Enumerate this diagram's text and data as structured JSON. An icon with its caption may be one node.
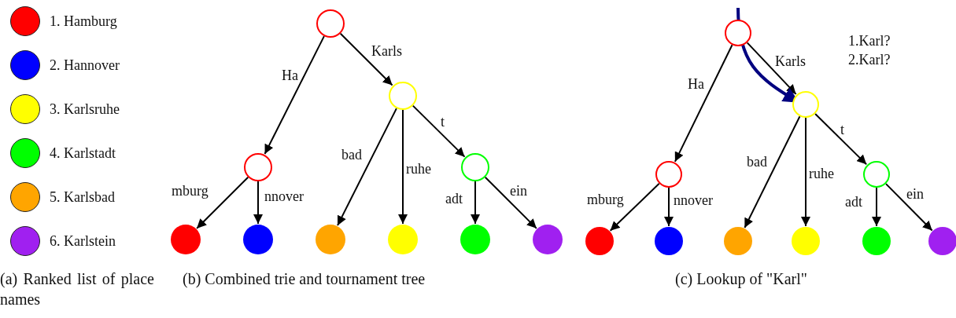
{
  "diagram": {
    "nodes": [
      {
        "text": [],
        "shape": "circle"
      },
      {
        "text": [],
        "shape": "circle"
      },
      {
        "text": [],
        "shape": "circle"
      },
      {
        "text": [],
        "shape": "circle"
      },
      {
        "text": [],
        "shape": "circle"
      },
      {
        "text": [],
        "shape": "circle"
      },
      {
        "text": [],
        "shape": "circle"
      },
      {
        "text": [],
        "shape": "circle"
      },
      {
        "text": [],
        "shape": "circle"
      },
      {
        "text": [],
        "shape": "circle"
      },
      {
        "text": [],
        "shape": "circle"
      },
      {
        "text": [],
        "shape": "circle"
      },
      {
        "text": [],
        "shape": "circle"
      },
      {
        "text": [],
        "shape": "circle"
      },
      {
        "text": [],
        "shape": "circle"
      },
      {
        "text": [],
        "shape": "circle"
      },
      {
        "text": [],
        "shape": "circle"
      },
      {
        "text": [],
        "shape": "circle"
      },
      {
        "text": [],
        "shape": "circle"
      },
      {
        "text": [],
        "shape": "circle"
      }
    ],
    "edges": [
      {
        "from": 0,
        "to": 2,
        "arrow": "to",
        "label": "Ha"
      },
      {
        "from": 0,
        "to": 1,
        "arrow": "to",
        "label": "Karls"
      },
      {
        "from": 2,
        "to": 4,
        "arrow": "to",
        "label": "mburg"
      },
      {
        "from": 2,
        "to": 5,
        "arrow": "to",
        "label": "nnover"
      },
      {
        "from": 1,
        "to": 6,
        "arrow": "to",
        "label": "bad"
      },
      {
        "from": 1,
        "to": 7,
        "arrow": "to",
        "label": "ruhe"
      },
      {
        "from": 1,
        "to": 3,
        "arrow": "to",
        "label": "t"
      },
      {
        "from": 3,
        "to": 8,
        "arrow": "to",
        "label": "adt"
      },
      {
        "from": 3,
        "to": 9,
        "arrow": "to",
        "label": "ein"
      },
      {
        "from": 10,
        "to": 12,
        "arrow": "to",
        "label": "Ha"
      },
      {
        "from": 10,
        "to": 11,
        "arrow": "to",
        "label": "Karls"
      },
      {
        "from": 12,
        "to": 14,
        "arrow": "to",
        "label": "mburg"
      },
      {
        "from": 12,
        "to": 15,
        "arrow": "to",
        "label": "nnover"
      },
      {
        "from": 11,
        "to": 16,
        "arrow": "to",
        "label": "bad"
      },
      {
        "from": 11,
        "to": 17,
        "arrow": "to",
        "label": "ruhe"
      },
      {
        "from": 11,
        "to": 13,
        "arrow": "to",
        "label": "t"
      },
      {
        "from": 13,
        "to": 18,
        "arrow": "to",
        "label": "adt"
      },
      {
        "from": 13,
        "to": 19,
        "arrow": "to",
        "label": "ein"
      },
      {
        "from": null,
        "to": 11,
        "arrow": "to",
        "style": "thick",
        "color": "#000080"
      }
    ],
    "labels": [
      "1.Karl?",
      "2.Karl?",
      "(a) Ranked list of place names",
      "(b) Combined trie and tournament tree",
      "(c) Lookup of \"Karl\""
    ],
    "legend": [
      {
        "text": "1. Hamburg",
        "color": "#ff0000"
      },
      {
        "text": "2. Hannover",
        "color": "#0000ff"
      },
      {
        "text": "3. Karlsruhe",
        "color": "#ffff00"
      },
      {
        "text": "4. Karlstadt",
        "color": "#00ff00"
      },
      {
        "text": "5. Karlsbad",
        "color": "#ffa500"
      },
      {
        "text": "6. Karlstein",
        "color": "#a020f0"
      }
    ]
  }
}
